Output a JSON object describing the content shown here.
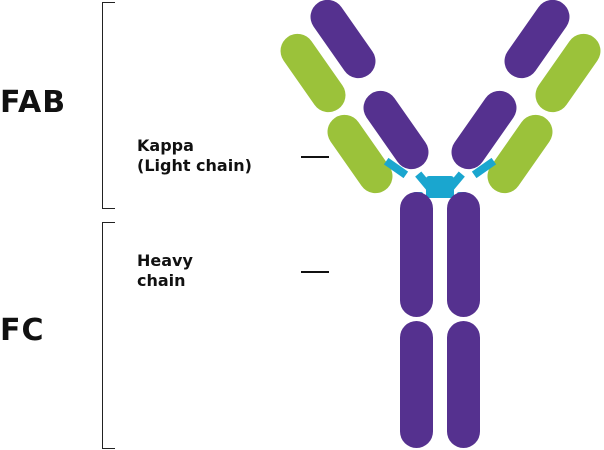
{
  "regions": {
    "fab": "FAB",
    "fc": "FC"
  },
  "labels": {
    "kappa_line1": "Kappa",
    "kappa_line2": "(Light chain)",
    "heavy_line1": "Heavy",
    "heavy_line2": "chain"
  },
  "colors": {
    "heavy_chain": "#55318f",
    "light_chain": "#9bc23a",
    "hinge": "#1aa6cf",
    "text": "#111111"
  }
}
